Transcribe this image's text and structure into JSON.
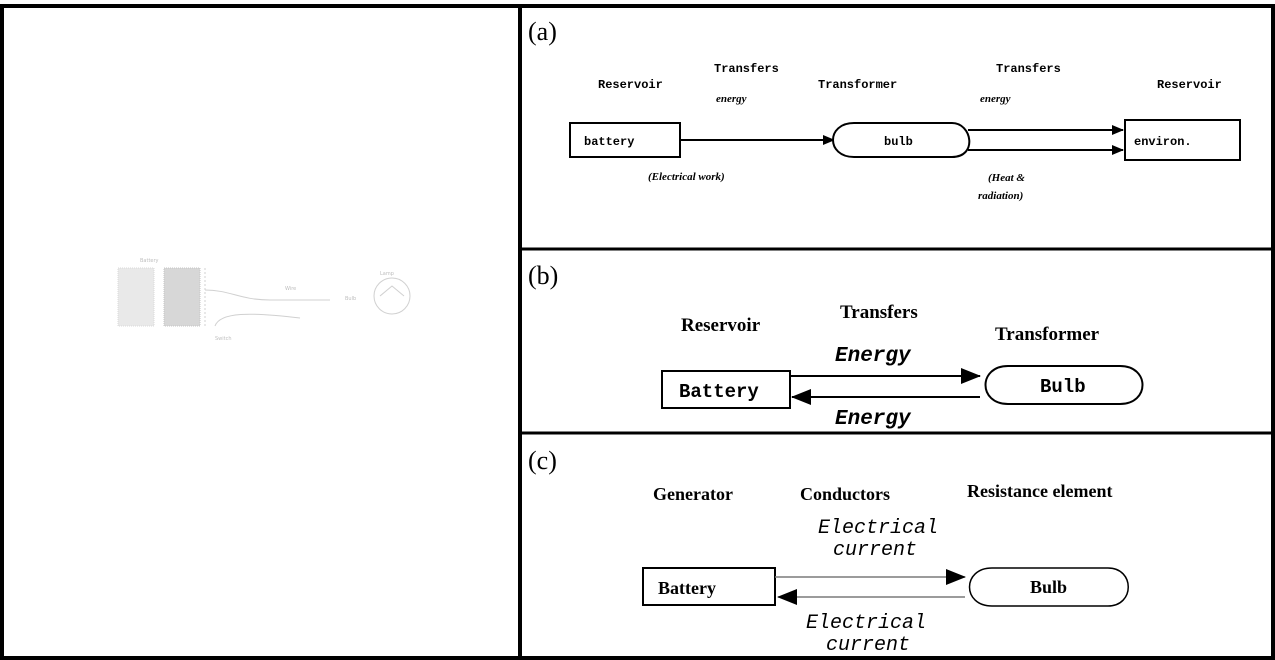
{
  "panels": {
    "a": {
      "label": "(a)",
      "reservoir_left": "Reservoir",
      "transfers_left": "Transfers",
      "energy_left": "energy",
      "transformer": "Transformer",
      "transfers_right": "Transfers",
      "energy_right": "energy",
      "reservoir_right": "Reservoir",
      "battery": "battery",
      "bulb": "bulb",
      "environment": "environ.",
      "electrical_work": "(Electrical work)",
      "heat_line1": "(Heat &",
      "heat_line2": "radiation)"
    },
    "b": {
      "label": "(b)",
      "reservoir": "Reservoir",
      "transfers": "Transfers",
      "transformer": "Transformer",
      "energy_top": "Energy",
      "energy_bottom": "Energy",
      "battery": "Battery",
      "bulb": "Bulb"
    },
    "c": {
      "label": "(c)",
      "generator": "Generator",
      "conductors": "Conductors",
      "resistance": "Resistance element",
      "current_top_line1": "Electrical",
      "current_top_line2": "current",
      "current_bottom_line1": "Electrical",
      "current_bottom_line2": "current",
      "battery": "Battery",
      "bulb": "Bulb"
    }
  },
  "colors": {
    "line": "#000000",
    "faint": "#9a9a9a"
  }
}
